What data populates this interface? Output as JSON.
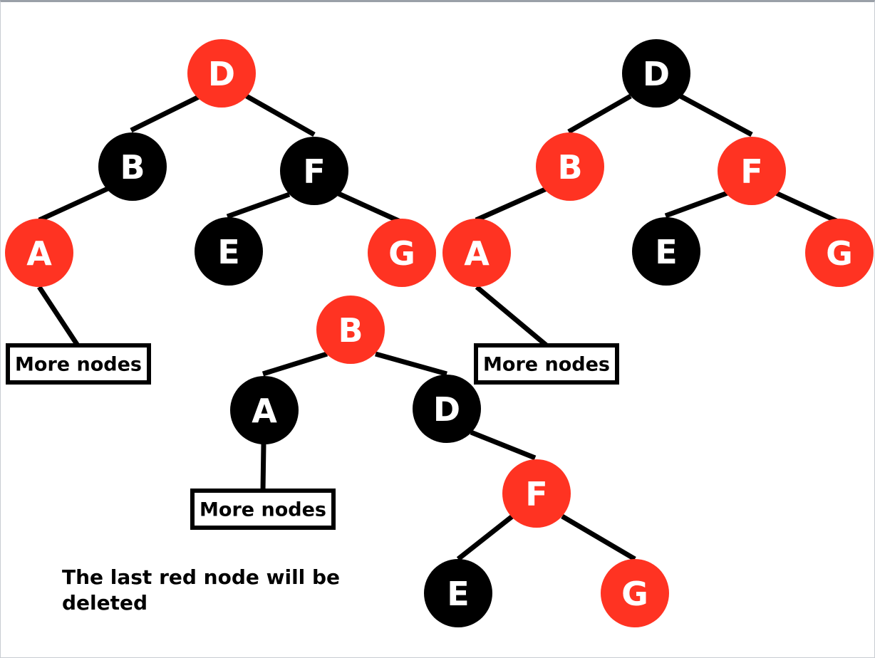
{
  "colors": {
    "red": "#ff3322",
    "black": "#000000"
  },
  "trees": [
    {
      "id": "tree-1",
      "nodes": [
        {
          "id": "t1-D",
          "label": "D",
          "color": "red"
        },
        {
          "id": "t1-B",
          "label": "B",
          "color": "black"
        },
        {
          "id": "t1-F",
          "label": "F",
          "color": "black"
        },
        {
          "id": "t1-A",
          "label": "A",
          "color": "red"
        },
        {
          "id": "t1-E",
          "label": "E",
          "color": "black"
        },
        {
          "id": "t1-G",
          "label": "G",
          "color": "red"
        }
      ],
      "more_nodes": "More nodes"
    },
    {
      "id": "tree-2",
      "nodes": [
        {
          "id": "t2-D",
          "label": "D",
          "color": "black"
        },
        {
          "id": "t2-B",
          "label": "B",
          "color": "red"
        },
        {
          "id": "t2-F",
          "label": "F",
          "color": "red"
        },
        {
          "id": "t2-A",
          "label": "A",
          "color": "red"
        },
        {
          "id": "t2-E",
          "label": "E",
          "color": "black"
        },
        {
          "id": "t2-G",
          "label": "G",
          "color": "red"
        }
      ],
      "more_nodes": "More nodes"
    },
    {
      "id": "tree-3",
      "nodes": [
        {
          "id": "t3-B",
          "label": "B",
          "color": "red"
        },
        {
          "id": "t3-A",
          "label": "A",
          "color": "black"
        },
        {
          "id": "t3-D",
          "label": "D",
          "color": "black"
        },
        {
          "id": "t3-F",
          "label": "F",
          "color": "red"
        },
        {
          "id": "t3-E",
          "label": "E",
          "color": "black"
        },
        {
          "id": "t3-G",
          "label": "G",
          "color": "red"
        }
      ],
      "more_nodes": "More nodes"
    }
  ],
  "caption": "The last red node will be deleted"
}
